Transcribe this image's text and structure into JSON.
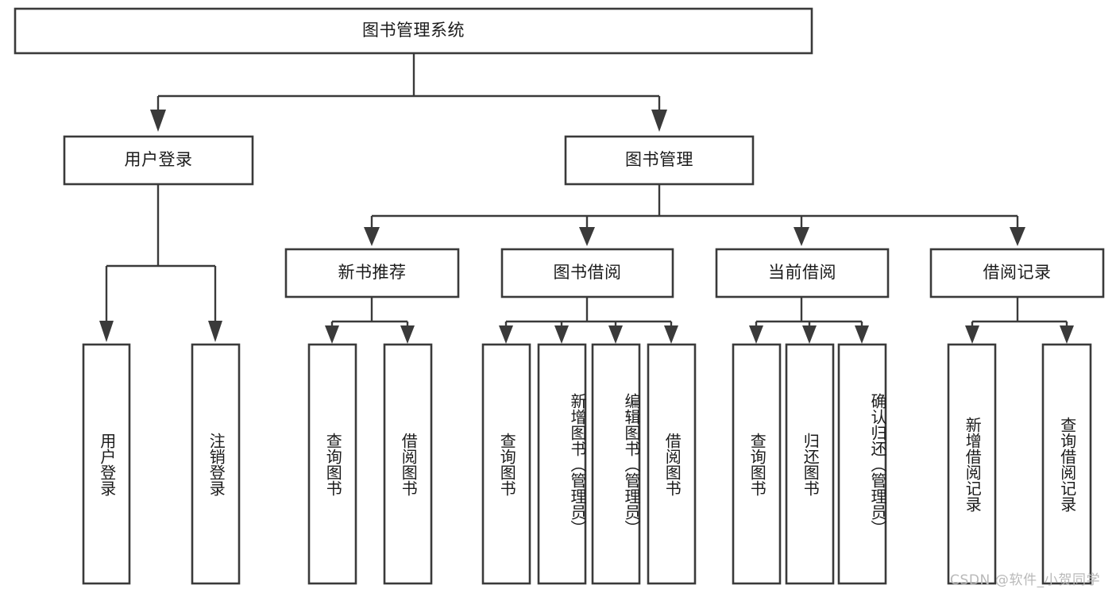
{
  "diagram": {
    "type": "tree-hierarchy-flowchart",
    "title": "图书管理系统",
    "orientation": "top-down",
    "watermark": "CSDN @软件_小贺同学",
    "colors": {
      "background": "#ffffff",
      "box_fill": "#ffffff",
      "box_stroke": "#3a3a3a",
      "connector": "#3a3a3a",
      "text": "#1b1b1b",
      "watermark": "#b9b9b9"
    },
    "levels": {
      "level0": "root",
      "level1": "modules",
      "level2": "sub-modules",
      "level3": "functions"
    },
    "nodes": {
      "root": {
        "id": "root",
        "label": "图书管理系统",
        "orientation": "horizontal"
      },
      "level1": [
        {
          "id": "user-login",
          "label": "用户登录",
          "orientation": "horizontal"
        },
        {
          "id": "book-manage",
          "label": "图书管理",
          "orientation": "horizontal"
        }
      ],
      "level2": [
        {
          "id": "new-book-recommend",
          "label": "新书推荐",
          "orientation": "horizontal"
        },
        {
          "id": "book-borrow",
          "label": "图书借阅",
          "orientation": "horizontal"
        },
        {
          "id": "current-borrow",
          "label": "当前借阅",
          "orientation": "horizontal"
        },
        {
          "id": "borrow-record",
          "label": "借阅记录",
          "orientation": "horizontal"
        }
      ],
      "leaves": [
        {
          "id": "leaf-user-login",
          "label": "用户登录",
          "orientation": "vertical",
          "parent": "user-login"
        },
        {
          "id": "leaf-logout",
          "label": "注销登录",
          "orientation": "vertical",
          "parent": "user-login"
        },
        {
          "id": "leaf-query-book-1",
          "label": "查询图书",
          "orientation": "vertical",
          "parent": "new-book-recommend"
        },
        {
          "id": "leaf-borrow-book-1",
          "label": "借阅图书",
          "orientation": "vertical",
          "parent": "new-book-recommend"
        },
        {
          "id": "leaf-query-book-2",
          "label": "查询图书",
          "orientation": "vertical",
          "parent": "book-borrow"
        },
        {
          "id": "leaf-add-book",
          "label": "新增图书（管理员）",
          "orientation": "vertical",
          "parent": "book-borrow"
        },
        {
          "id": "leaf-edit-book",
          "label": "编辑图书（管理员）",
          "orientation": "vertical",
          "parent": "book-borrow"
        },
        {
          "id": "leaf-borrow-book-2",
          "label": "借阅图书",
          "orientation": "vertical",
          "parent": "book-borrow"
        },
        {
          "id": "leaf-query-book-3",
          "label": "查询图书",
          "orientation": "vertical",
          "parent": "current-borrow"
        },
        {
          "id": "leaf-return-book",
          "label": "归还图书",
          "orientation": "vertical",
          "parent": "current-borrow"
        },
        {
          "id": "leaf-confirm-return",
          "label": "确认归还（管理员）",
          "orientation": "vertical",
          "parent": "current-borrow"
        },
        {
          "id": "leaf-add-record",
          "label": "新增借阅记录",
          "orientation": "vertical",
          "parent": "borrow-record"
        },
        {
          "id": "leaf-query-record",
          "label": "查询借阅记录",
          "orientation": "vertical",
          "parent": "borrow-record"
        }
      ]
    },
    "edges": [
      {
        "from": "root",
        "to": "user-login"
      },
      {
        "from": "root",
        "to": "book-manage"
      },
      {
        "from": "book-manage",
        "to": "new-book-recommend"
      },
      {
        "from": "book-manage",
        "to": "book-borrow"
      },
      {
        "from": "book-manage",
        "to": "current-borrow"
      },
      {
        "from": "book-manage",
        "to": "borrow-record"
      },
      {
        "from": "user-login",
        "to": "leaf-user-login"
      },
      {
        "from": "user-login",
        "to": "leaf-logout"
      },
      {
        "from": "new-book-recommend",
        "to": "leaf-query-book-1"
      },
      {
        "from": "new-book-recommend",
        "to": "leaf-borrow-book-1"
      },
      {
        "from": "book-borrow",
        "to": "leaf-query-book-2"
      },
      {
        "from": "book-borrow",
        "to": "leaf-add-book"
      },
      {
        "from": "book-borrow",
        "to": "leaf-edit-book"
      },
      {
        "from": "book-borrow",
        "to": "leaf-borrow-book-2"
      },
      {
        "from": "current-borrow",
        "to": "leaf-query-book-3"
      },
      {
        "from": "current-borrow",
        "to": "leaf-return-book"
      },
      {
        "from": "current-borrow",
        "to": "leaf-confirm-return"
      },
      {
        "from": "borrow-record",
        "to": "leaf-add-record"
      },
      {
        "from": "borrow-record",
        "to": "leaf-query-record"
      }
    ]
  }
}
